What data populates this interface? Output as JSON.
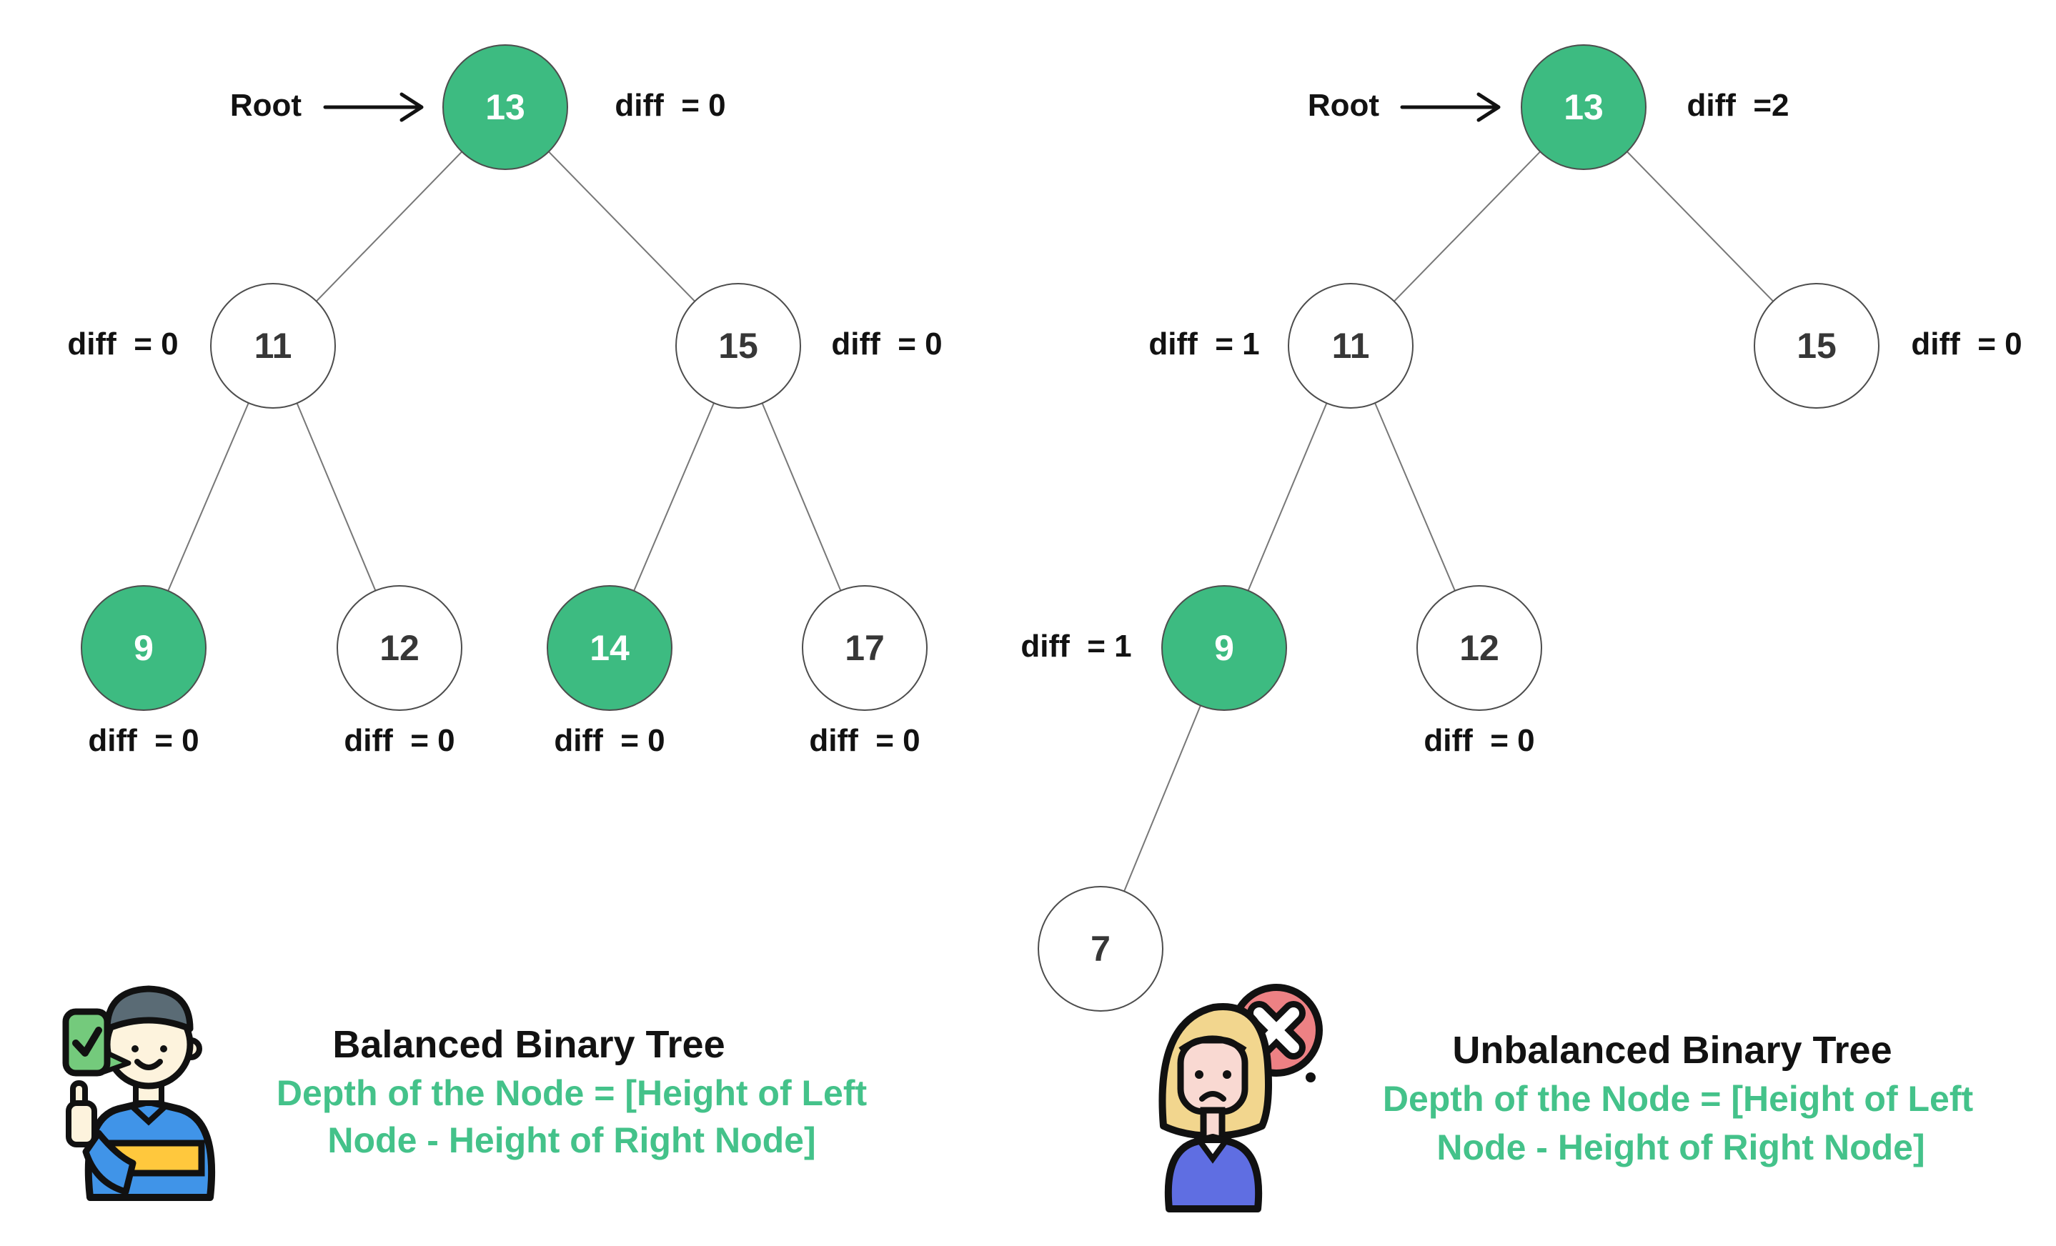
{
  "colors": {
    "background": "#ffffff",
    "node_green": "#3dbb81",
    "node_white": "#ffffff",
    "node_border": "#4d4d4d",
    "edge_gray": "#777777",
    "text_black": "#121212",
    "text_green": "#44c28a",
    "icon_check_green": "#74ca7c",
    "icon_cross_red": "#ed8184",
    "icon_shirt_blue": "#4094e8",
    "icon_shirt_violet": "#5f6ee2",
    "icon_stripe_yellow": "#ffc83d",
    "icon_hair_gray": "#5a6b75",
    "icon_hair_blonde": "#f2d68e",
    "icon_skin_cream": "#fdf3dd",
    "icon_skin_pink": "#f9d9d2"
  },
  "left_panel": {
    "root_label": "Root",
    "title": "Balanced Binary Tree",
    "formula_line1": "Depth of the Node = [Height of Left",
    "formula_line2": "Node - Height of Right Node]",
    "icon": "person-thumbs-up-with-check-icon",
    "nodes": [
      {
        "value": "13",
        "diff": "diff  = 0"
      },
      {
        "value": "11",
        "diff": "diff  = 0"
      },
      {
        "value": "15",
        "diff": "diff  = 0"
      },
      {
        "value": "9",
        "diff": "diff  = 0"
      },
      {
        "value": "12",
        "diff": "diff  = 0"
      },
      {
        "value": "14",
        "diff": "diff  = 0"
      },
      {
        "value": "17",
        "diff": "diff  = 0"
      }
    ]
  },
  "right_panel": {
    "root_label": "Root",
    "title": "Unbalanced Binary Tree",
    "formula_line1": "Depth of the Node = [Height of Left",
    "formula_line2": "Node - Height of Right Node]",
    "icon": "person-sad-with-cross-icon",
    "nodes": [
      {
        "value": "13",
        "diff": "diff  =2"
      },
      {
        "value": "11",
        "diff": "diff  = 1"
      },
      {
        "value": "15",
        "diff": "diff  = 0"
      },
      {
        "value": "9",
        "diff": "diff  = 1"
      },
      {
        "value": "12",
        "diff": "diff  = 0"
      },
      {
        "value": "7",
        "diff": ""
      }
    ]
  }
}
